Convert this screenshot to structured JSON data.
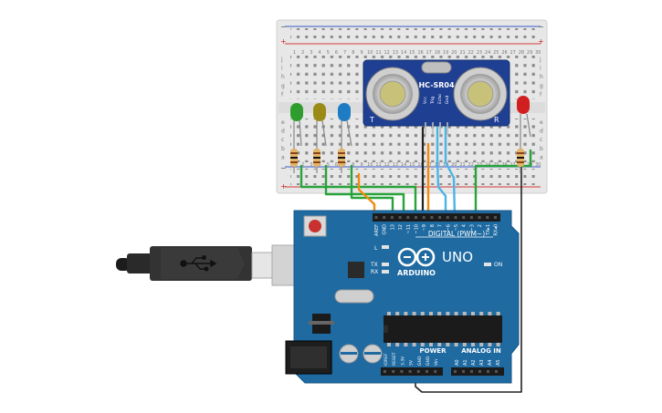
{
  "sensor": {
    "model": "HC-SR04",
    "pins": [
      "Vcc",
      "Trig",
      "Echo",
      "Gnd"
    ],
    "left_mark": "T",
    "right_mark": "R"
  },
  "arduino": {
    "brand": "ARDUINO",
    "model": "UNO",
    "digital_label": "DIGITAL (PWM~)",
    "power_label": "POWER",
    "analog_label": "ANALOG IN",
    "on_label": "ON",
    "led_labels": [
      "L",
      "TX",
      "RX"
    ],
    "top_header_labels": [
      "AREF",
      "GND",
      "13",
      "12",
      "~11",
      "~10",
      "~9",
      "8",
      "7",
      "~6",
      "~5",
      "4",
      "~3",
      "2",
      "TX▸1",
      "RX◂0"
    ],
    "power_header_labels": [
      "IOREF",
      "RESET",
      "3.3V",
      "5V",
      "GND",
      "GND",
      "Vin"
    ],
    "analog_header_labels": [
      "A0",
      "A1",
      "A2",
      "A3",
      "A4",
      "A5"
    ]
  },
  "breadboard": {
    "row_letters_top": [
      "j",
      "i",
      "h",
      "g",
      "f"
    ],
    "row_letters_bottom": [
      "e",
      "d",
      "c",
      "b",
      "a"
    ],
    "column_numbers": [
      "1",
      "2",
      "3",
      "4",
      "5",
      "6",
      "7",
      "8",
      "9",
      "10",
      "11",
      "12",
      "13",
      "14",
      "15",
      "16",
      "17",
      "18",
      "19",
      "20",
      "21",
      "22",
      "23",
      "24",
      "25",
      "26",
      "27",
      "28",
      "29",
      "30"
    ],
    "rail_plus": "+",
    "rail_minus": "−"
  },
  "leds": [
    {
      "color": "#2e9d2e",
      "label": "green-led"
    },
    {
      "color": "#9a8b17",
      "label": "yellow-led"
    },
    {
      "color": "#1e7cc4",
      "label": "blue-led"
    },
    {
      "color": "#d11f1f",
      "label": "red-led"
    }
  ],
  "wires": {
    "green": "#27a33a",
    "orange": "#f28a10",
    "blue": "#4ab4e6",
    "black": "#222222"
  }
}
